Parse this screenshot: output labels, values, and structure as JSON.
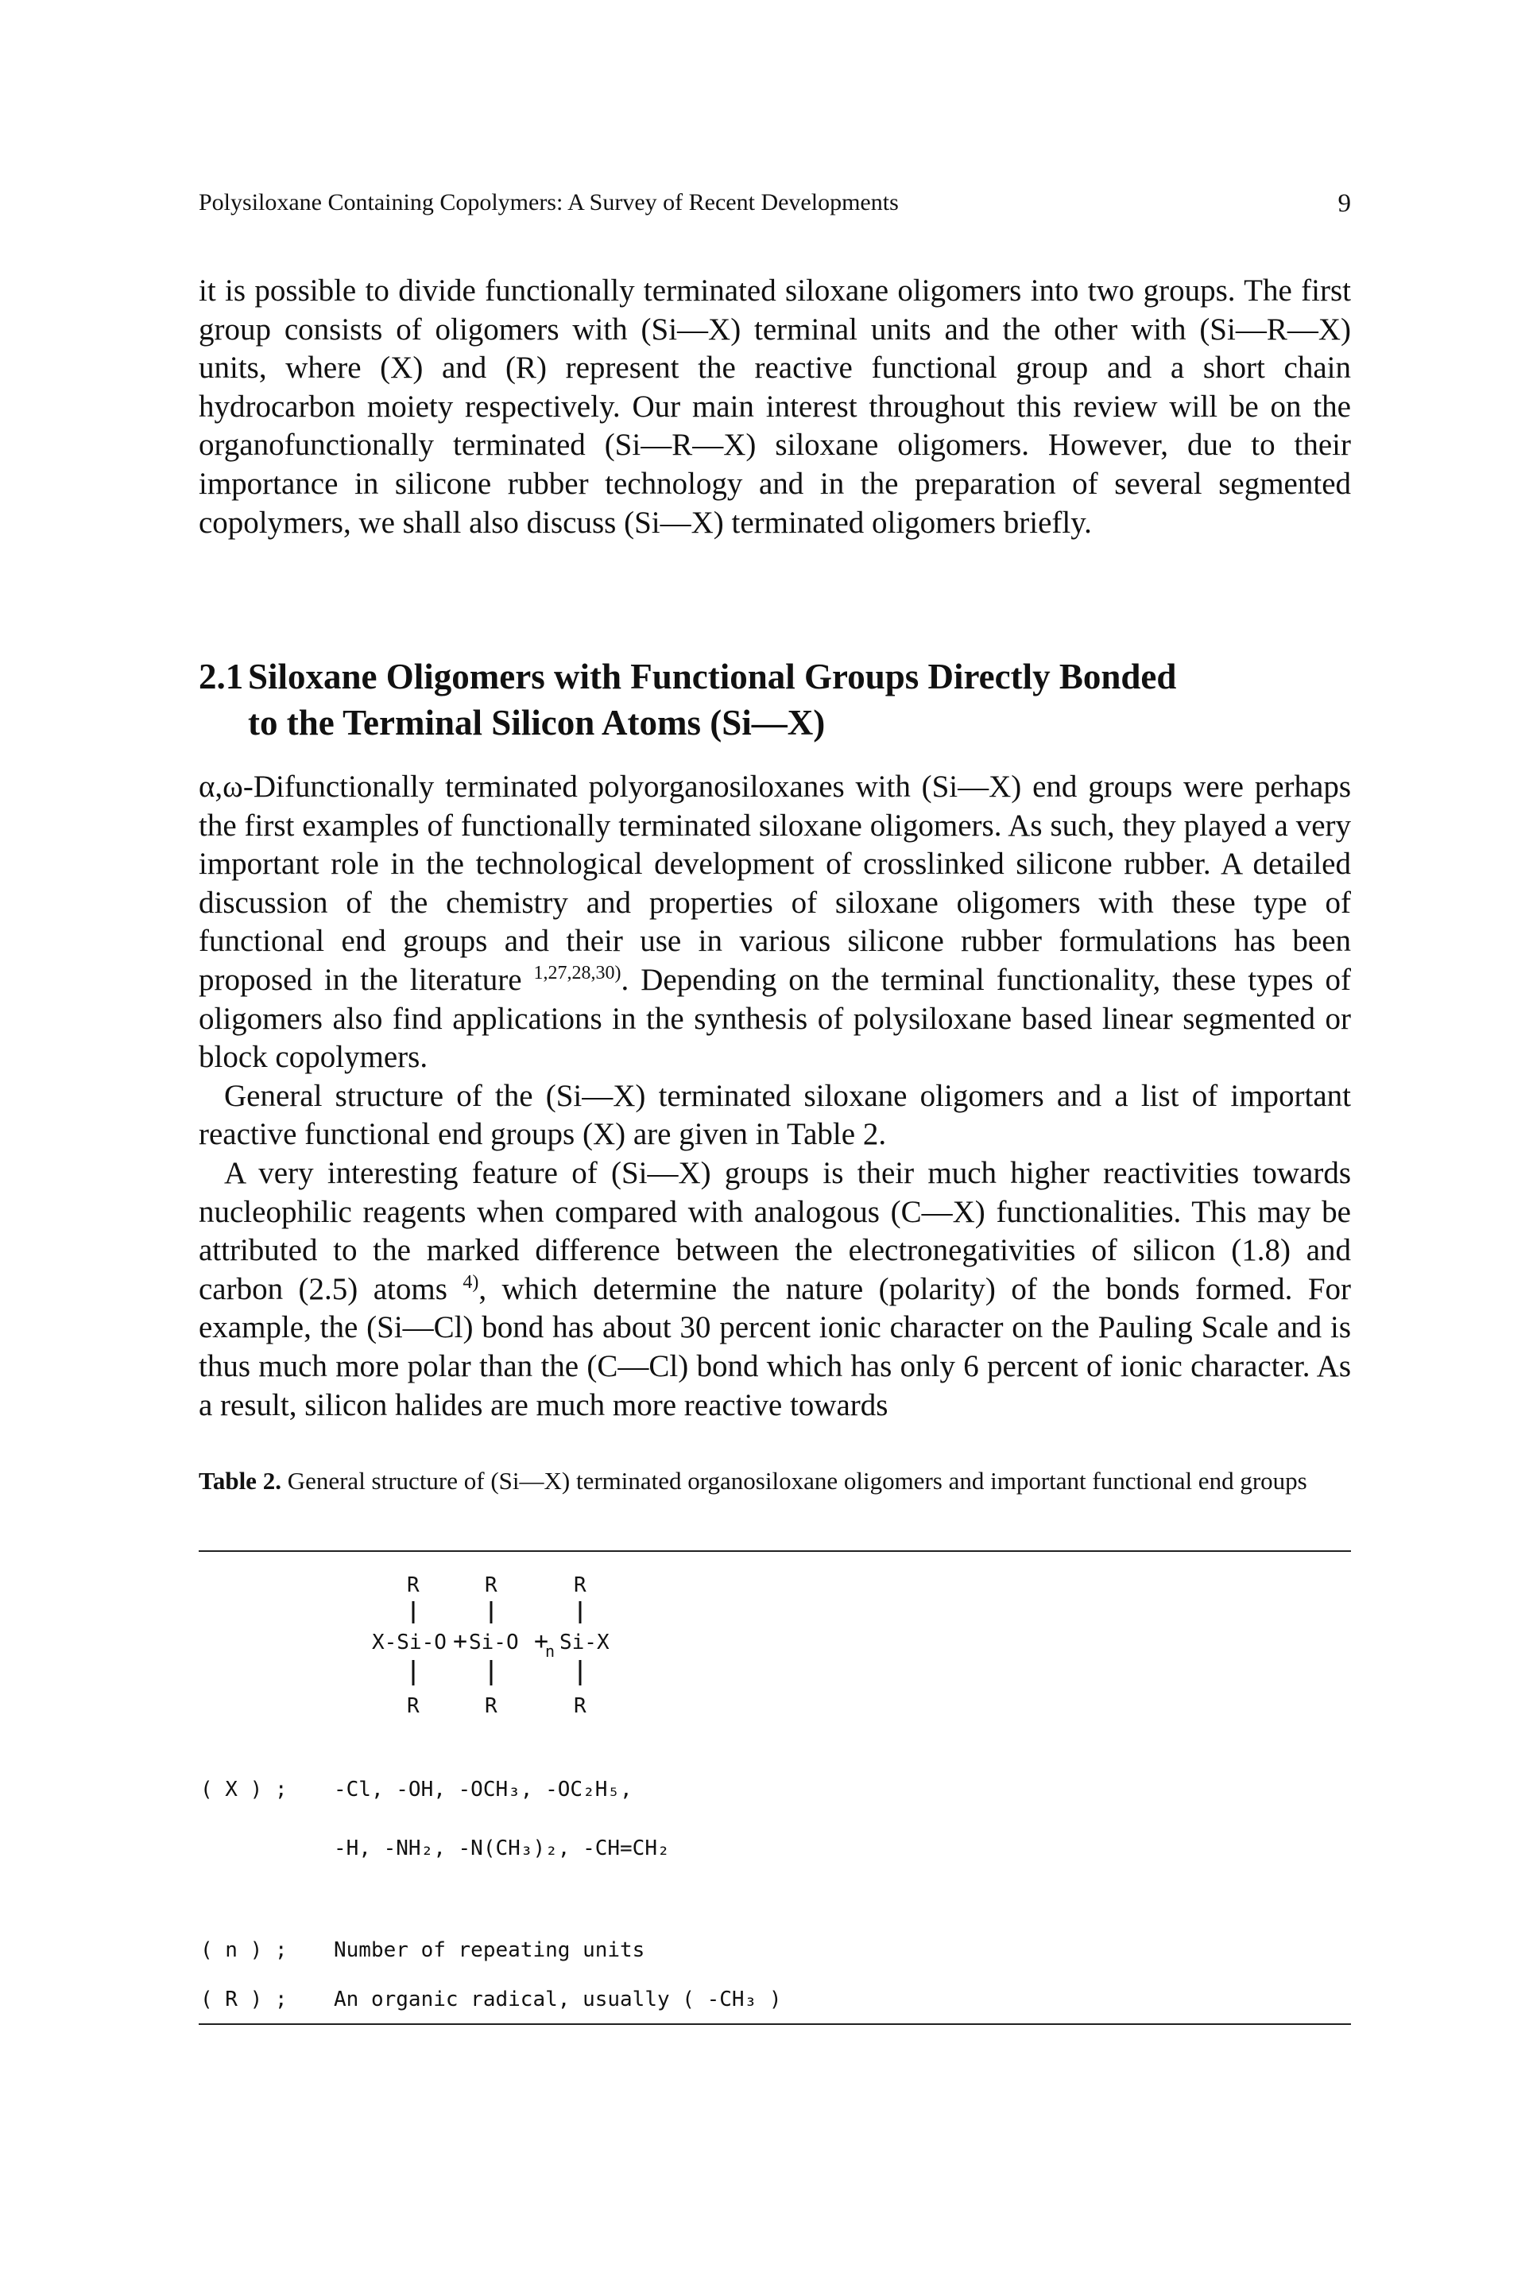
{
  "running_head": {
    "title": "Polysiloxane Containing Copolymers: A Survey of Recent Developments",
    "page_number": "9"
  },
  "intro_paragraph": "it is possible to divide functionally terminated siloxane oligomers into two groups. The first group consists of oligomers with (Si—X) terminal units and the other with (Si—R—X) units, where (X) and (R) represent the reactive functional group and a short chain hydrocarbon moiety respectively. Our main interest throughout this review will be on the organofunctionally terminated (Si—R—X) siloxane oligomers. However, due to their importance in silicone rubber technology and in the preparation of several segmented copolymers, we shall also discuss (Si—X) terminated oligomers briefly.",
  "section": {
    "number": "2.1",
    "title_line1": "Siloxane Oligomers with Functional Groups Directly Bonded",
    "title_line2": "to the Terminal Silicon Atoms (Si—X)"
  },
  "section_paragraphs": {
    "p1_before_ref": "α,ω-Difunctionally terminated polyorganosiloxanes with (Si—X) end groups were perhaps the first examples of functionally terminated siloxane oligomers. As such, they played a very important role in the technological development of crosslinked silicone rubber. A detailed discussion of the chemistry and properties of siloxane oligomers with these type of functional end groups and their use in various silicone rubber formulations has been proposed in the literature",
    "p1_ref": "1,27,28,30)",
    "p1_after_ref": ". Depending on the terminal functionality, these types of oligomers also find applications in the synthesis of polysiloxane based linear segmented or block copolymers.",
    "p2": "General structure of the (Si—X) terminated siloxane oligomers and a list of important reactive functional end groups (X) are given in Table 2.",
    "p3_before_ref": "A very interesting feature of (Si—X) groups is their much higher reactivities towards nucleophilic reagents when compared with analogous (C—X) functionalities. This may be attributed to the marked difference between the electronegativities of silicon (1.8) and carbon (2.5) atoms",
    "p3_ref": "4)",
    "p3_after_ref": ", which determine the nature (polarity) of the bonds formed. For example, the (Si—Cl) bond has about 30 percent ionic character on the Pauling Scale and is thus much more polar than the (C—Cl) bond which has only 6 percent of ionic character. As a result, silicon halides are much more reactive towards"
  },
  "table": {
    "caption_label": "Table 2.",
    "caption_text": "General structure of (Si—X) terminated organosiloxane oligomers and important functional end groups",
    "formula": {
      "top_r": [
        "R",
        "R",
        "R"
      ],
      "bottom_r": [
        "R",
        "R",
        "R"
      ],
      "chain_left": "X-Si-O",
      "chain_mid": "Si-O",
      "chain_sub": "n",
      "chain_right": "Si-X"
    },
    "rows": [
      {
        "symbol": "( X ) ;",
        "lines": [
          "-Cl,  -OH,  -OCH₃,  -OC₂H₅,",
          "-H,  -NH₂,  -N(CH₃)₂,  -CH=CH₂"
        ]
      },
      {
        "symbol": "( n ) ;",
        "lines": [
          "Number of repeating units"
        ]
      },
      {
        "symbol": "( R ) ;",
        "lines": [
          "An organic radical, usually ( -CH₃ )"
        ]
      }
    ]
  }
}
